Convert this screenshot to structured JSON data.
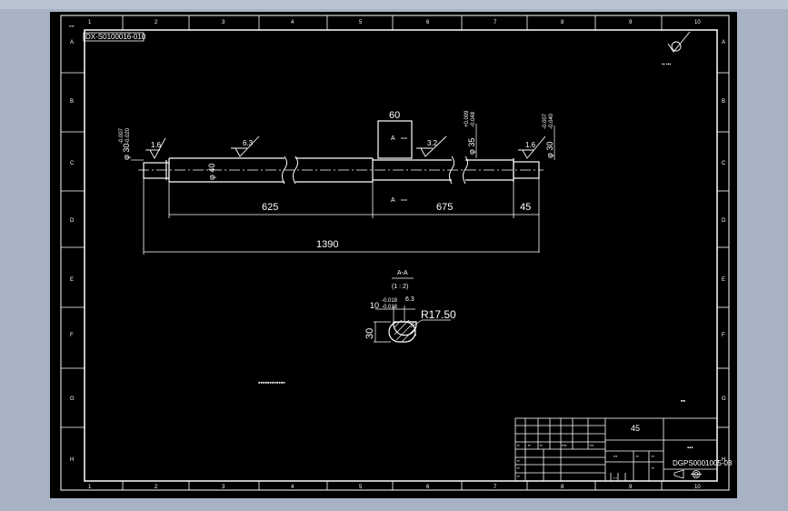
{
  "zones": {
    "cols": [
      "1",
      "2",
      "3",
      "4",
      "5",
      "6",
      "7",
      "8",
      "9",
      "10"
    ],
    "rows": [
      "A",
      "B",
      "C",
      "D",
      "E",
      "F",
      "G",
      "H"
    ]
  },
  "drawing": {
    "corner_stamp": "DX-S0100016-010",
    "corner_mark": "▪▪▪▪",
    "roughness_note": "▪▪ ▪▪▪",
    "tech_note": "▪▪▪▪▪▪▪▪▪▪▪▪",
    "side_note": "▪▪"
  },
  "dimensions": {
    "dia_left": "φ 30",
    "tol_left_upper": "-0.007",
    "tol_left_lower": "-0.020",
    "dia_body": "φ 40",
    "dia_mid": "φ 35",
    "tol_mid_upper": "+0.009",
    "tol_mid_lower": "-0.048",
    "dia_right": "φ 30",
    "tol_right_upper": "-0.007",
    "tol_right_lower": "-0.040",
    "keyway_length": "60",
    "len_a": "625",
    "len_b": "675",
    "len_c": "45",
    "total": "1390"
  },
  "roughness": {
    "r1": "1.6",
    "r2": "6.3",
    "r3": "3.2",
    "r4": "1.6"
  },
  "section": {
    "mark": "A",
    "title": "A-A",
    "scale": "(1 : 2)",
    "height": "30",
    "width": "10",
    "tol_upper": "-0.018",
    "tol_lower": "-0.018",
    "roughness": "6.3",
    "radius": "R17.50"
  },
  "title_block": {
    "material": "45",
    "part_name": "▪▪▪",
    "drawing_number": "DGPS0001005-03",
    "labels": [
      "▪▪",
      "▪▪",
      "▪▪",
      "▪▪▪▪",
      "▪▪▪",
      "▪▪▪",
      "▪▪",
      "▪▪",
      "▪▪",
      "▪▪",
      "▪▪",
      "▪▪",
      "▪ ▪"
    ]
  }
}
